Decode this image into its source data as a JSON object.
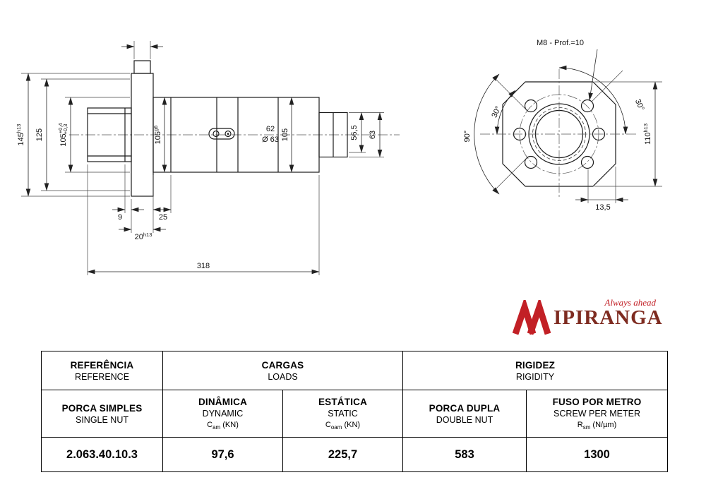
{
  "logo": {
    "tagline": "Always ahead",
    "brand": "IPIRANGA",
    "mark_color": "#C22026",
    "brand_color": "#7E2B20"
  },
  "side_view": {
    "d145": "145",
    "d145_tol": "h13",
    "d125": "125",
    "d105_left": "105",
    "d105_left_tol_up": "+0,4",
    "d105_left_tol_dn": "+0,3",
    "d105_g6": "105",
    "d105_g6_tol": "g6",
    "d62": "62",
    "d63": "Ø 63",
    "d105_right": "105",
    "d56_5": "56,5",
    "d63_right": "63",
    "d9": "9",
    "d25": "25",
    "d20": "20",
    "d20_tol": "h13",
    "d318": "318"
  },
  "front_view": {
    "m8": "M8 - Prof.=10",
    "a30_right": "30°",
    "a90_left": "90°",
    "a30_left": "30°",
    "d110": "110",
    "d110_tol": "h13",
    "d13_5": "13,5"
  },
  "table": {
    "header": {
      "ref_pt": "REFERÊNCIA",
      "ref_en": "REFERENCE",
      "loads_pt": "CARGAS",
      "loads_en": "LOADS",
      "rigidity_pt": "RIGIDEZ",
      "rigidity_en": "RIGIDITY"
    },
    "subheader": {
      "single_pt": "PORCA SIMPLES",
      "single_en": "SINGLE NUT",
      "dyn_pt": "DINÂMICA",
      "dyn_en": "DYNAMIC",
      "dyn_sym": "C",
      "dyn_sub": "am",
      "dyn_unit": " (KN)",
      "sta_pt": "ESTÁTICA",
      "sta_en": "STATIC",
      "sta_sym": "C",
      "sta_sub": "oam",
      "sta_unit": " (KN)",
      "double_pt": "PORCA DUPLA",
      "double_en": "DOUBLE NUT",
      "screw_pt": "FUSO POR METRO",
      "screw_en": "SCREW PER METER",
      "screw_sym": "R",
      "screw_sub": "sm",
      "screw_unit": " (N/µm)"
    },
    "values": {
      "reference": "2.063.40.10.3",
      "dynamic": "97,6",
      "static": "225,7",
      "double_nut": "583",
      "screw_per_meter": "1300"
    }
  }
}
